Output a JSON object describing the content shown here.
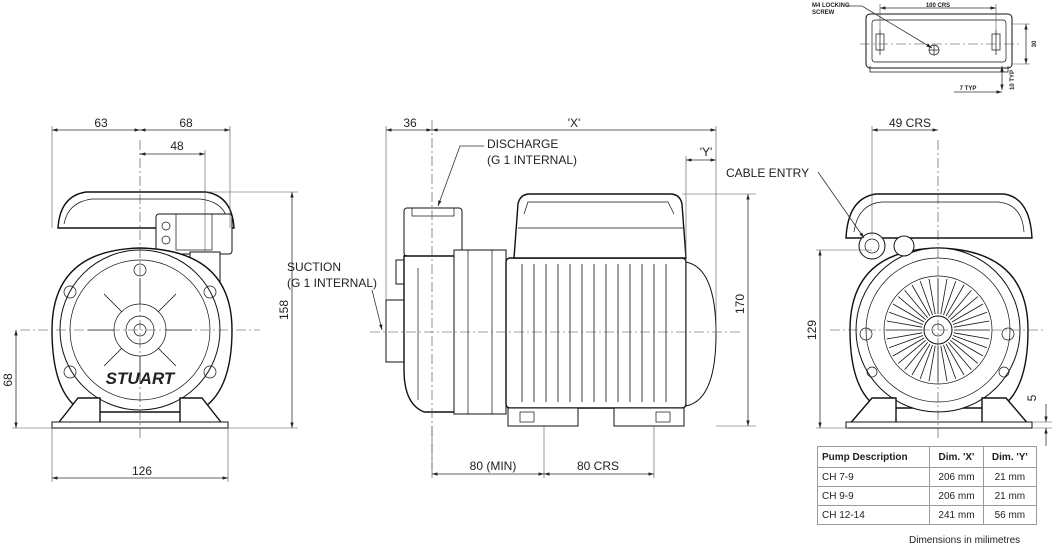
{
  "front_view": {
    "dim_left_half": "63",
    "dim_right_half": "68",
    "dim_outlet_offset": "48",
    "dim_height": "158",
    "dim_centre_height": "68",
    "dim_base_width": "126",
    "logo_text": "STUART"
  },
  "side_view": {
    "dim_suction_offset": "36",
    "dim_overall_length": "'X'",
    "dim_y": "'Y'",
    "dim_min_length": "80 (MIN)",
    "dim_foot_centres": "80 CRS",
    "dim_height": "170",
    "discharge_label_line1": "DISCHARGE",
    "discharge_label_line2": "(G 1 INTERNAL)",
    "suction_label_line1": "SUCTION",
    "suction_label_line2": "(G 1 INTERNAL)"
  },
  "end_view": {
    "dim_cable_centres": "49 CRS",
    "cable_entry_label": "CABLE ENTRY",
    "dim_height": "129",
    "dim_foot": "5"
  },
  "top_view": {
    "locking_screw_line1": "M4 LOCKING",
    "locking_screw_line2": "SCREW",
    "dim_hole_centres": "100 CRS",
    "dim_depth": "30",
    "dim_slot": "7 TYP",
    "dim_slot_length": "10 TYP"
  },
  "spec_table": {
    "headers": [
      "Pump Description",
      "Dim. 'X'",
      "Dim. 'Y'"
    ],
    "rows": [
      [
        "CH 7-9",
        "206 mm",
        "21 mm"
      ],
      [
        "CH 9-9",
        "206 mm",
        "21 mm"
      ],
      [
        "CH 12-14",
        "241 mm",
        "56 mm"
      ]
    ]
  },
  "footnote": "Dimensions in milimetres"
}
